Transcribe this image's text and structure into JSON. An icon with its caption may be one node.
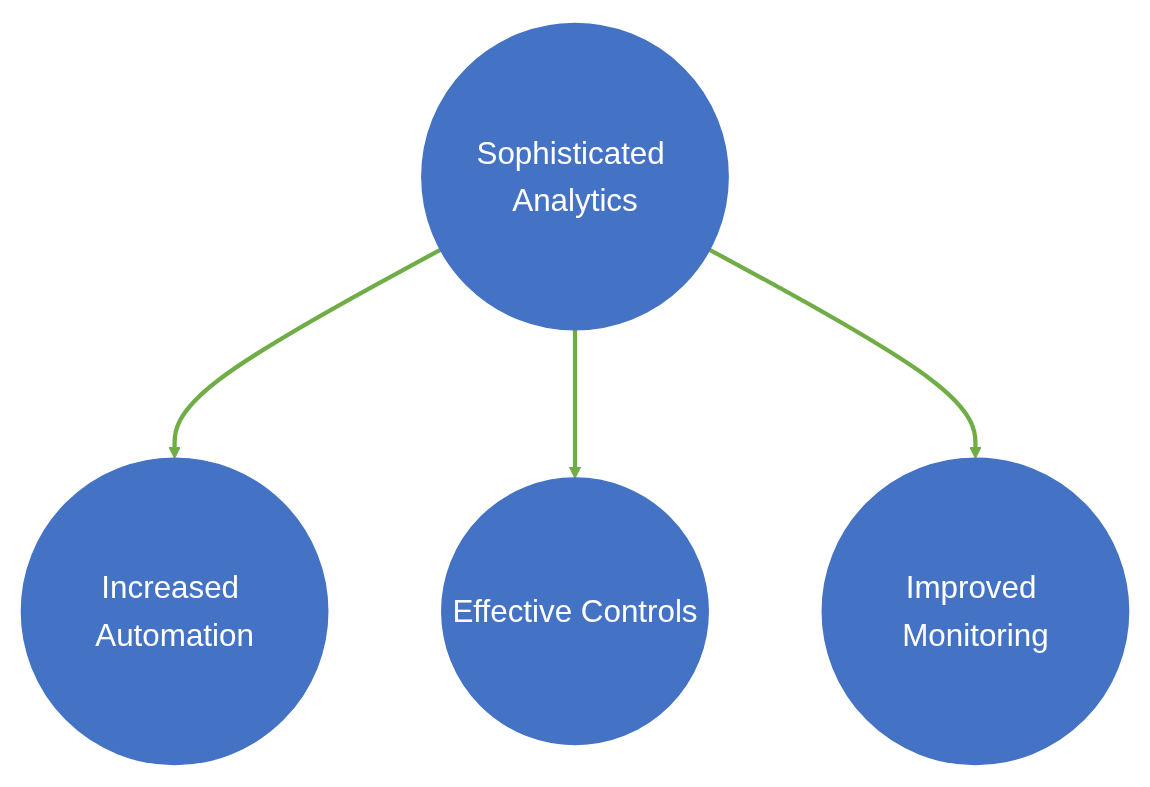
{
  "diagram": {
    "nodes": [
      {
        "text": [
          "Sophisticated Analytics"
        ]
      },
      {
        "text": [
          "Increased Automation"
        ]
      },
      {
        "text": [
          "Effective Controls"
        ]
      },
      {
        "text": [
          "Improved Monitoring"
        ]
      }
    ],
    "edges": [
      {
        "from": 0,
        "to": 1,
        "arrow": "to"
      },
      {
        "from": 0,
        "to": 2,
        "arrow": "to"
      },
      {
        "from": 0,
        "to": 3,
        "arrow": "to"
      }
    ]
  }
}
